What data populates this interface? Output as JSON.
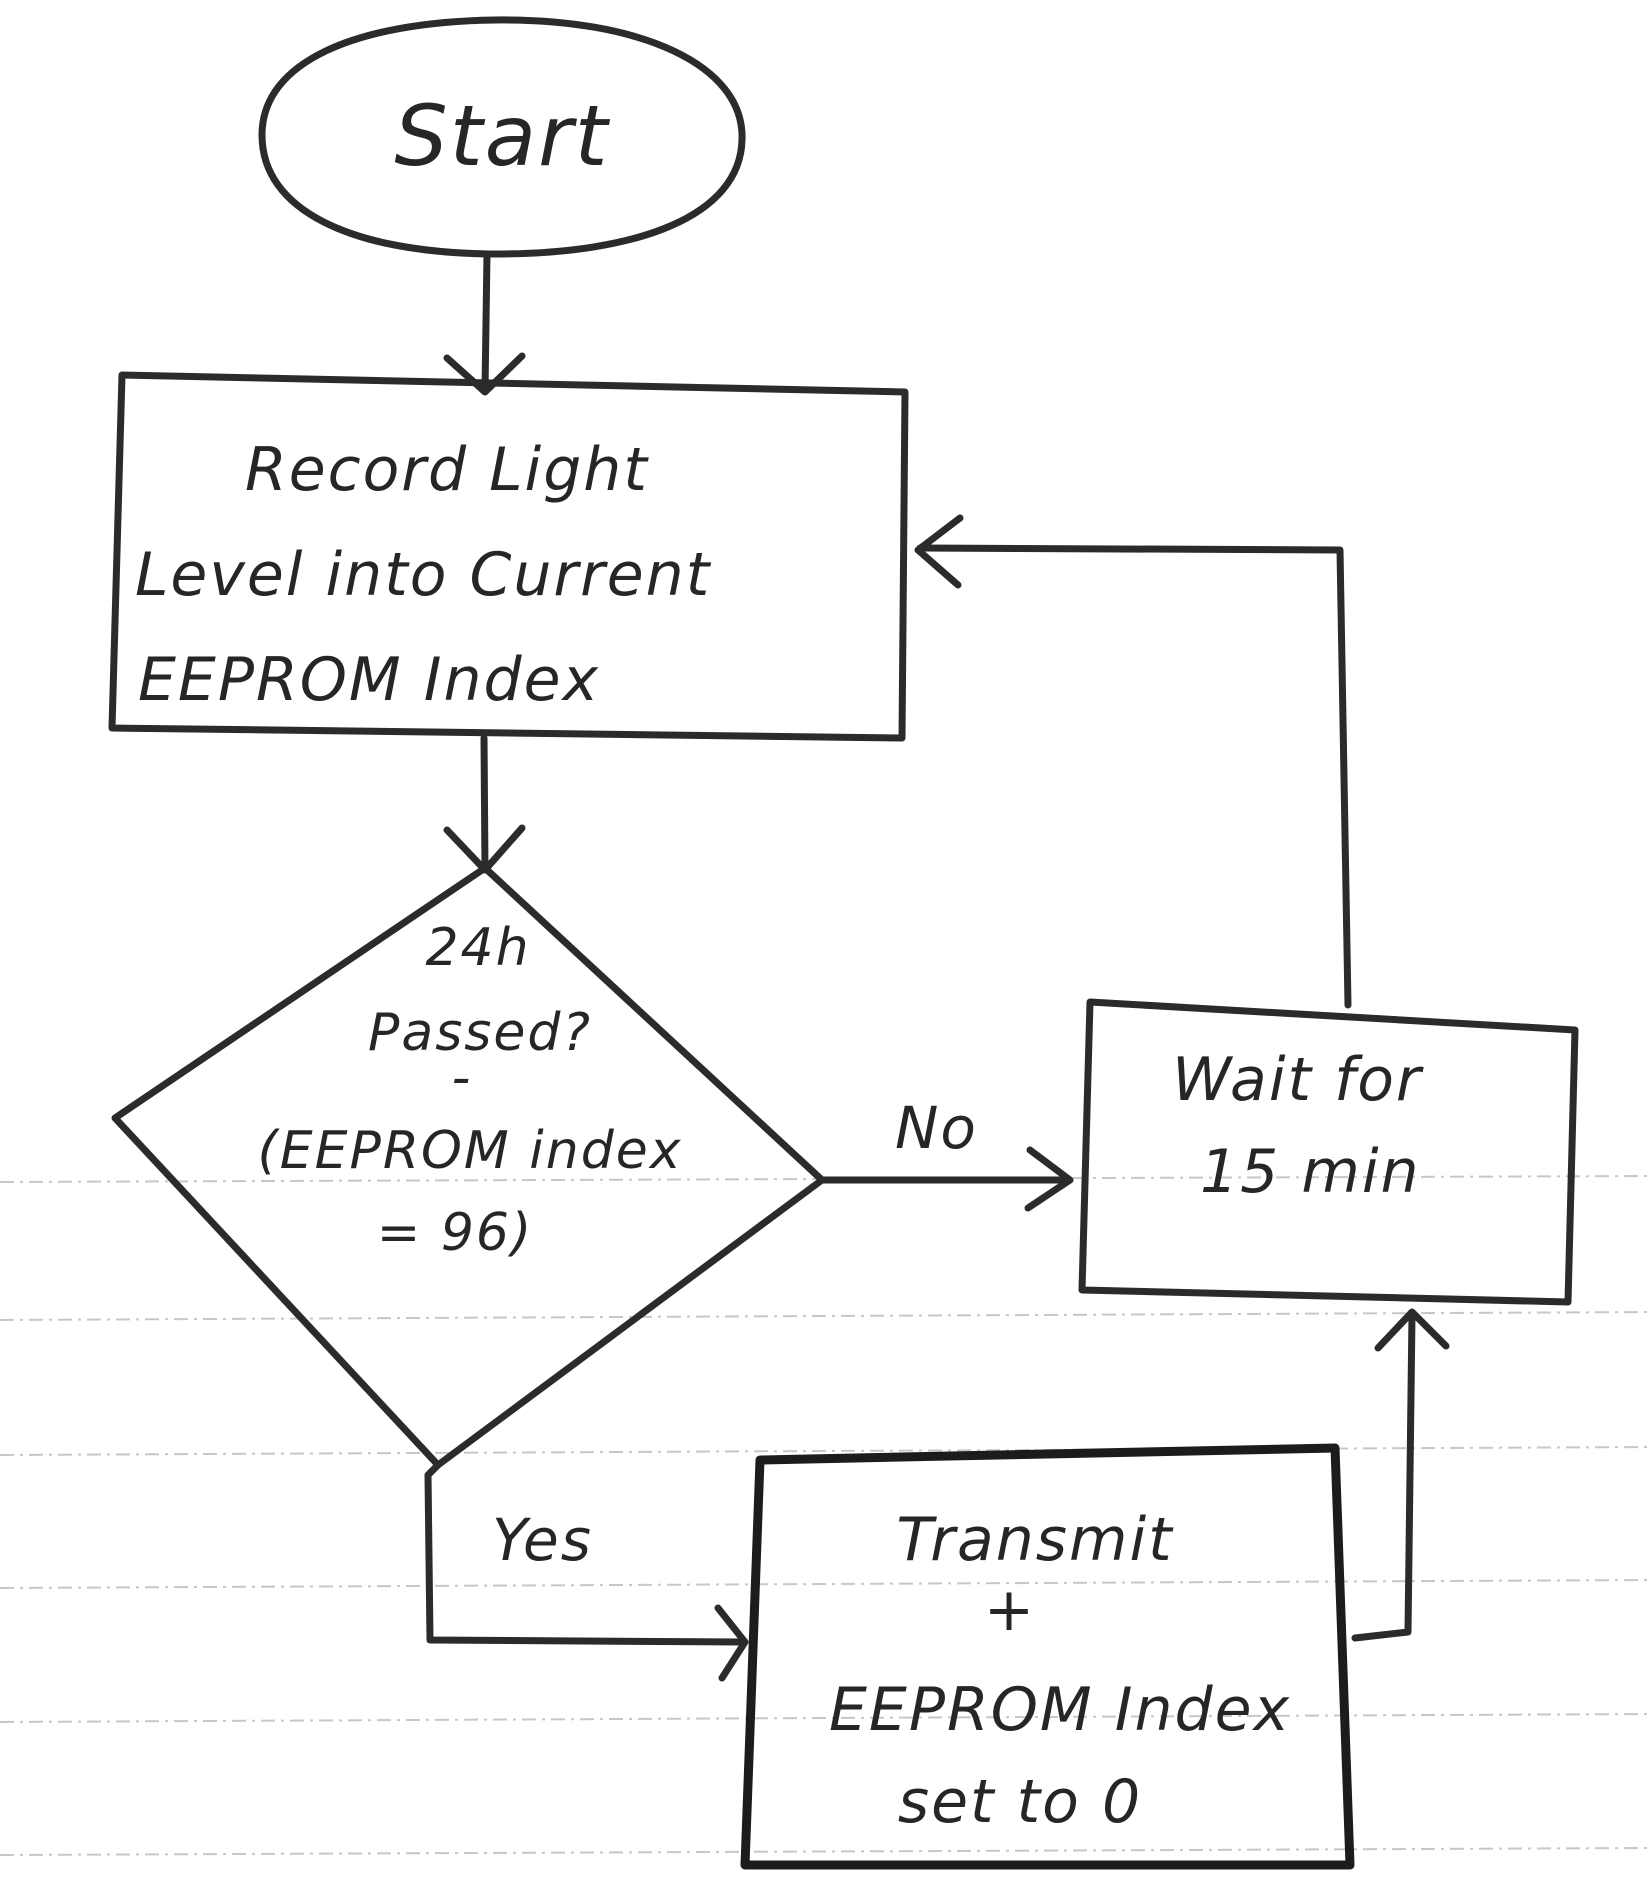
{
  "diagram": {
    "start": {
      "label": "Start"
    },
    "record_step": {
      "lines": [
        "Record Light",
        "Level into Current",
        "EEPROM Index"
      ]
    },
    "decision": {
      "lines": [
        "24h",
        "Passed?",
        "-",
        "(EEPROM index",
        "= 96)"
      ]
    },
    "wait_step": {
      "lines": [
        "Wait for",
        "15 min"
      ]
    },
    "transmit_step": {
      "lines": [
        "Transmit",
        "+",
        "EEPROM Index",
        "set to 0"
      ]
    },
    "edges": {
      "no_label": "No",
      "yes_label": "Yes"
    }
  }
}
